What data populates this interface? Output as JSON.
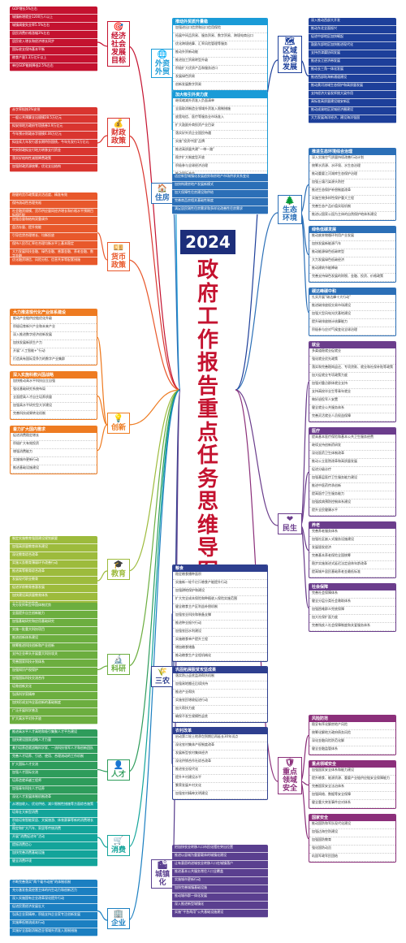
{
  "year": "2024",
  "title_chars": [
    "政",
    "府",
    "工",
    "作",
    "报",
    "告",
    "重",
    "点",
    "任",
    "务",
    "思",
    "维",
    "导",
    "图"
  ],
  "colors": {
    "red": "#c4122f",
    "orange": "#ee7b21",
    "olive": "#9dbb3c",
    "green": "#1a9b6c",
    "teal": "#13a49a",
    "blue": "#2b6fb7",
    "purple": "#6b3d8c",
    "navy": "#1d2e7a"
  },
  "left_categories": [
    {
      "id": "c1",
      "label": [
        "经济",
        "社会",
        "发展",
        "目标"
      ],
      "icon": "🎯",
      "color": "#c4122f"
    },
    {
      "id": "c2",
      "label": [
        "财政",
        "政策"
      ],
      "icon": "💰",
      "color": "#d9352f"
    },
    {
      "id": "c3",
      "label": [
        "货币",
        "政策"
      ],
      "icon": "💴",
      "color": "#e8582b"
    },
    {
      "id": "c4",
      "label": [
        "创新"
      ],
      "icon": "💡",
      "color": "#ee7b21"
    },
    {
      "id": "c5",
      "label": [
        "教育"
      ],
      "icon": "🎓",
      "color": "#9dbb3c"
    },
    {
      "id": "c6",
      "label": [
        "科研"
      ],
      "icon": "🔬",
      "color": "#6cae3f"
    },
    {
      "id": "c7",
      "label": [
        "人才"
      ],
      "icon": "👤",
      "color": "#2e9c5b"
    },
    {
      "id": "c8",
      "label": [
        "消费"
      ],
      "icon": "🛒",
      "color": "#13a49a"
    },
    {
      "id": "c9",
      "label": [
        "企业"
      ],
      "icon": "🏢",
      "color": "#1b7fc1"
    }
  ],
  "mid_categories": [
    {
      "id": "m1",
      "label": [
        "外资",
        "外贸"
      ],
      "icon": "🌐",
      "color": "#1a9bd7"
    },
    {
      "id": "m2",
      "label": [
        "住房"
      ],
      "icon": "🏠",
      "color": "#2b6fb7"
    },
    {
      "id": "m3",
      "label": [
        "三农"
      ],
      "icon": "🌾",
      "color": "#2e3f8f"
    },
    {
      "id": "m4",
      "label": [
        "城镇化"
      ],
      "icon": "🏙",
      "color": "#5a3f8f"
    }
  ],
  "right_categories": [
    {
      "id": "r1",
      "label": [
        "区域",
        "协调",
        "发展"
      ],
      "icon": "🗺",
      "color": "#1d3f9a"
    },
    {
      "id": "r2",
      "label": [
        "生态",
        "环境"
      ],
      "icon": "🌲",
      "color": "#2b6fb7"
    },
    {
      "id": "r3",
      "label": [
        "民生"
      ],
      "icon": "❤",
      "color": "#6b3d8c"
    },
    {
      "id": "r4",
      "label": [
        "重点",
        "领域",
        "安全"
      ],
      "icon": "🛡",
      "color": "#8b2f7a"
    }
  ],
  "left_blocks": [
    {
      "cat": "c1",
      "items": [
        "GDP增长5%左右",
        "城镇新增就业1200万人以上",
        "城镇调查失业率5.5%左右",
        "居民消费价格涨幅3%左右",
        "居民收入增长和经济增长同步",
        "国际收支保持基本平衡",
        "粮食产量1.3万亿斤以上",
        "单位GDP能耗降低2.5%左右"
      ]
    },
    {
      "cat": "c2",
      "items": [
        "赤字率拟按3%安排",
        "一般公共预算支出规模28.5万亿元",
        "拟安排地方政府专项债券3.9万亿元",
        "今年预计财政赤字规模4.06万亿元",
        "拟连续几年发行超长期特别国债，今年先发行1万亿元",
        "中央财政拟支付地方转移支付资金",
        "落实好结构性减税降费政策",
        "加强财政资源统筹，优化支出结构"
      ]
    },
    {
      "cat": "c3",
      "items": [
        "稳健的货币政策要灵活适度、精准有效",
        "保持流动性合理充裕",
        "社会融资规模、货币供应量同经济增长和价格水平预期目标相匹配",
        "加强总量和结构双重调节",
        "盘活存量、提升效能",
        "引导信贷合理增长、均衡投放",
        "保持人民币汇率在合理均衡水平上基本稳定",
        "大力发展科技金融、绿色金融、普惠金融、养老金融、数字金融",
        "优化融资增信、风险分担、信息共享等配套措施"
      ]
    },
    {
      "cat": "c9",
      "items": [
        "不断完善落实“两个毫不动摇”的体制机制",
        "充分激发各类经营主体的内生动力和创新活力",
        "深入实施国有企业改革深化提升行动",
        "促进民营经济发展壮大",
        "弘扬企业家精神，积极支持企业家专注创新发展",
        "实施降低物流成本行动",
        "实施好全面取消制造业领域外资准入限制措施"
      ]
    }
  ],
  "left_subs": [
    {
      "cat": "c4",
      "title": "大力推进现代化产业体系建设",
      "items": [
        "推动产业链供应链优化升级",
        "积极培育新兴产业和未来产业",
        "深入推进数字经济创新发展",
        "加快发展新质生产力",
        "开展“人工智能+”行动",
        "打造具有国际竞争力的数字产业集群"
      ]
    },
    {
      "cat": "c4",
      "title": "深入实施科教兴国战略",
      "items": [
        "加快推动高水平科技自立自强",
        "强化基础研究系统布局",
        "全面提高人才自主培养质量",
        "加强高水平研究型大学建设",
        "完善科技成果转化机制"
      ]
    },
    {
      "cat": "c4",
      "title": "着力扩大国内需求",
      "items": [
        "促进消费稳定增长",
        "积极扩大有效投资",
        "增强消费能力",
        "实施城市更新行动",
        "推进基础设施建设"
      ]
    }
  ],
  "left_blocks2": [
    {
      "cat": "c5",
      "items": [
        "制定实施教育强国建设规划纲要",
        "加强高质量教育体系建设",
        "深化教育综合改革",
        "实施义务教育薄弱环节改善行动",
        "推进高等教育综合改革",
        "发展现代职业教育",
        "促进学前教育普惠发展",
        "加快建设高质量教育体系",
        "大力发展数字教育",
        "建设教育强国"
      ]
    },
    {
      "cat": "c6",
      "items": [
        "充分发挥新型举国体制优势",
        "全面提升自主创新能力",
        "加强基础研究和应用基础研究",
        "实施一批重大科技项目",
        "推进创新体系建设",
        "统筹推进科技创新和产业创新",
        "支持企业牵头开展重大科技攻关",
        "完善国家科技计划体系",
        "加强知识产权保护",
        "加强国际科技交流合作",
        "培育创新文化",
        "弘扬科学家精神",
        "加快形成支持全面创新的基础制度",
        "广泛开展科学普及",
        "扩大高水平对外开放"
      ]
    },
    {
      "cat": "c7",
      "items": [
        "推进高水平人才高地和吸引集聚人才平台建设",
        "加快建设国家战略人才力量",
        "着力培养造就战略科学家、一流科技领军人才和创新团队",
        "完善人才培养、引进、使用、合理流动的工作机制",
        "扩大国际人才交流",
        "加强人才国际交流",
        "培养造就卓越工程师",
        "加强青年科技人才培养",
        "深化人才发展体制机制改革"
      ]
    },
    {
      "cat": "c8",
      "items": [
        "从增加收入、优化供给、减少限制性措施等方面综合施策",
        "培育壮大新型消费",
        "积极培育智能家居、文娱旅游、体育赛事等新的消费增长点",
        "稳定和扩大汽车、家居等传统消费",
        "开展“消费促进年”活动",
        "提振消费信心",
        "加快完善消费基础设施",
        "健全消费环境"
      ]
    }
  ],
  "mid_blocks": [
    {
      "cat": "m1",
      "title": "推动外贸质升量稳",
      "items": [
        "加强进出口信贷和出口信用保险",
        "拓展中间品贸易、服务贸易、数字贸易、跨境电商出口",
        "优化跨境结算、汇率风险管理等服务",
        "推动外贸新动能",
        "推进加工贸易转型升级",
        "积极扩大优质产品和服务进口",
        "发展绿色贸易",
        "创新发展数字贸易"
      ]
    },
    {
      "cat": "m1",
      "title": "加大吸引外资力度",
      "items": [
        "继续缩减外资准入负面清单",
        "全面取消制造业领域外资准入限制措施",
        "放宽电信、医疗等服务业市场准入",
        "扩大鼓励外商投资产业目录",
        "落实好外资企业国民待遇",
        "实施“投资中国”品牌",
        "推进高质量共建“一带一路”",
        "稳步扩大制度型开放",
        "积极参与全球经济治理",
        "推动国际合作"
      ]
    },
    {
      "cat": "m2",
      "title": "",
      "items": [
        "适应新型城镇化发展趋势和房地产市场供求关系变化",
        "加快构建房地产发展新模式",
        "加大保障性住房建设和供给",
        "完善商品房相关基础性制度",
        "满足居民刚性住房需求和多样化改善性住房需求"
      ]
    }
  ],
  "mid_subs": [
    {
      "cat": "m3",
      "title": "粮食",
      "items": [
        "稳定粮食播种面积",
        "实施新一轮千亿斤粮食产能提升行动",
        "加强耕地保护和建设",
        "扩大完全成本保险和种植收入保险实施范围",
        "健全粮食主产区利益补偿机制",
        "加强农业科技和装备支撑",
        "推进种业振兴行动",
        "加强农田水利建设",
        "实施粮食单产提升工程",
        "增加粮食储备",
        "推动粮食生产全程机械化"
      ]
    },
    {
      "cat": "m3",
      "title": "巩固拓展脱贫攻坚成果",
      "items": [
        "落实防止返贫监测帮扶机制",
        "加强易地搬迁后续扶持",
        "推进产业帮扶",
        "实施农民增收促进行动",
        "加大帮扶力度",
        "确保不发生规模性返贫"
      ]
    },
    {
      "cat": "m3",
      "title": "农村改革",
      "items": [
        "启动第二轮土地承包到期后再延长30年试点",
        "深化农村集体产权制度改革",
        "发展新型农村集体经济",
        "深化供销合作社综合改革",
        "推进农业现代化",
        "提升乡村建设水平",
        "繁荣发展乡村文化",
        "加强农村精神文明建设"
      ]
    }
  ],
  "mid_blocks2": [
    {
      "cat": "m4",
      "items": [
        "把加快农业转移人口市民化摆在突出位置",
        "推进以县城为重要载体的城镇化建设",
        "让有意愿的进城农业转移人口在城镇落户",
        "推进基本公共服务常住人口全覆盖",
        "实施城市更新行动",
        "加快完善城镇基础设施",
        "推动城市群一体化发展",
        "深入推进新型城镇化",
        "实施“平急两用”公共基础设施建设"
      ]
    }
  ],
  "right_blocks": [
    {
      "cat": "r1",
      "items": [
        "深入推动西部大开发",
        "推动东北全面振兴",
        "促进中部地区加快崛起",
        "鼓励东部地区加快推进现代化",
        "支持京津冀协同发展",
        "推进长江经济带发展",
        "推动长三角一体化发展",
        "推进西部陆海新通道建设",
        "推动黄河流域生态保护和高质量发展",
        "支持经济大省发挥挑大梁作用",
        "高标准高质量建设雄安新区",
        "推动成渝地区双城经济圈建设",
        "大力发展海洋经济，建设海洋强国"
      ]
    }
  ],
  "right_subs": [
    {
      "cat": "r2",
      "title": "推进生态环境综合治理",
      "items": [
        "深入实施空气质量持续改善行动计划",
        "统筹水资源、水环境、水生态治理",
        "推动重要江河湖库生态保护治理",
        "加强土壤污染源头防控",
        "推进生态保护补偿制度改革",
        "实施生物多样性保护重大工程",
        "完善生态产品价值实现机制",
        "推进以国家公园为主体的自然保护地体系建设"
      ]
    },
    {
      "cat": "r2",
      "title": "绿色低碳发展",
      "items": [
        "推动废弃物循环利用产业发展",
        "加快发展新能源汽车",
        "推动能源绿色低碳转型",
        "大力发展绿色低碳经济",
        "推动建筑节能降碳",
        "完善支持绿色发展的财税、金融、投资、价格政策"
      ]
    },
    {
      "cat": "r2",
      "title": "碳达峰碳中和",
      "items": [
        "扎实开展“碳达峰十大行动”",
        "推进碳排放权交易市场建设",
        "加强大型风电光伏基地建设",
        "提升碳排放统计核算能力",
        "积极参与应对气候变化全球治理"
      ]
    },
    {
      "cat": "r3",
      "title": "就业",
      "items": [
        "多渠道稳就业促就业",
        "强化就业优先政策",
        "落实和完善稳岗返还、专项贷款、就业和社保补贴等政策",
        "加大促就业专项政策力度",
        "加强对重点群体就业支持",
        "支持高校毕业生等青年就业",
        "做好退役军人安置",
        "健全就业公共服务体系",
        "完善灵活就业人员权益保障"
      ]
    },
    {
      "cat": "r3",
      "title": "医疗",
      "items": [
        "提高基本医疗保险和基本公共卫生服务经费",
        "继续支持创新药研发",
        "深化医药卫生体制改革",
        "推动公立医院改革和高质量发展",
        "促进分级诊疗",
        "加强基层医疗卫生服务能力建设",
        "推进中医药传承创新",
        "提高医疗卫生服务能力",
        "加强疾病预防控制体系建设",
        "提升全民健康水平"
      ]
    },
    {
      "cat": "r3",
      "title": "养老",
      "items": [
        "完善养老服务体系",
        "加强社区嵌入式服务设施建设",
        "发展银发经济",
        "完善基本养老保险全国统筹",
        "稳步实施渐进式延迟法定退休年龄改革",
        "提高城乡居民基础养老金最低标准"
      ]
    },
    {
      "cat": "r3",
      "title": "社会保障",
      "items": [
        "完善社会保障体系",
        "健全分层分类社会救助体系",
        "加强困难群众兜底保障",
        "加大社保扩面力度",
        "完善残疾人社会保障制度和关爱服务体系"
      ]
    },
    {
      "cat": "r4",
      "title": "风险防范",
      "items": [
        "稳妥有序化解房地产风险",
        "统筹化解地方政府债务风险",
        "深化金融风险防范化解",
        "健全金融监管体系"
      ]
    },
    {
      "cat": "r4",
      "title": "重点领域安全",
      "items": [
        "加强国家安全体系和能力建设",
        "提升粮食、能源资源、重要产业链供应链安全保障能力",
        "完善国家安全法治体系",
        "加强网络、数据等安全保障",
        "健全重大突发事件应对体系"
      ]
    },
    {
      "cat": "r4",
      "title": "国家安全",
      "items": [
        "推动国防和军队现代化建设",
        "加强边海空防建设",
        "加强国防教育",
        "强化国防动员",
        "巩固军政军民团结"
      ]
    }
  ]
}
